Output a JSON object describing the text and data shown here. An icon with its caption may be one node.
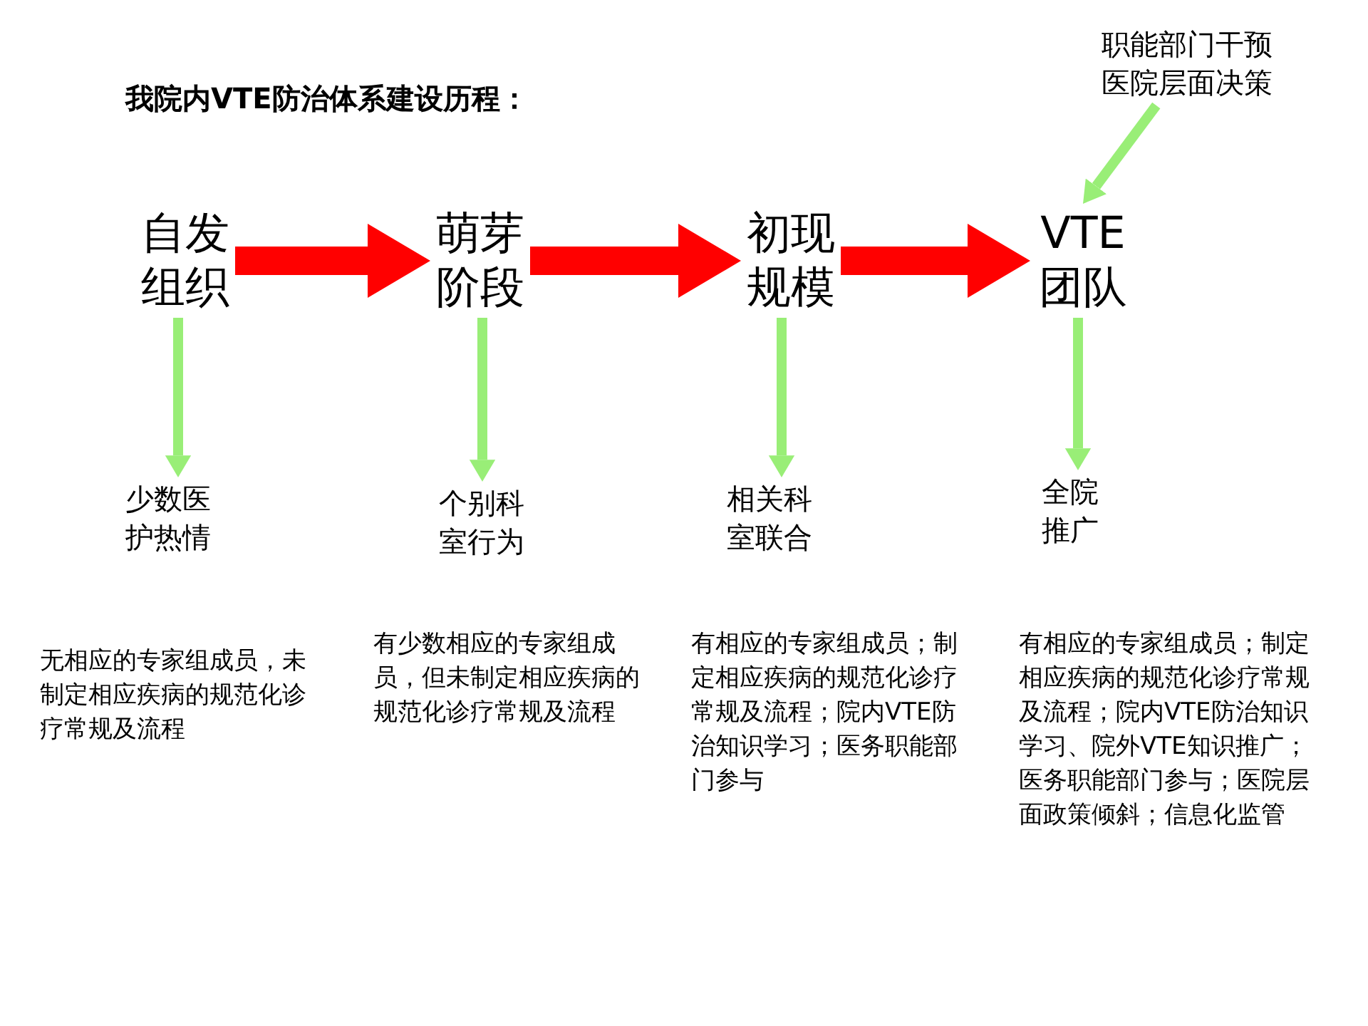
{
  "diagram": {
    "title": "我院内VTE防治体系建设历程：",
    "nodes": [
      {
        "text": [
          "自发组织"
        ]
      },
      {
        "text": [
          "萌芽阶段"
        ]
      },
      {
        "text": [
          "初现规模"
        ]
      },
      {
        "text": [
          "VTE团队"
        ]
      },
      {
        "text": [
          "职能部门干预医院层面决策"
        ]
      },
      {
        "text": [
          "少数医护热情"
        ]
      },
      {
        "text": [
          "个别科室行为"
        ]
      },
      {
        "text": [
          "相关科室联合"
        ]
      },
      {
        "text": [
          "全院推广"
        ]
      }
    ],
    "edges": [
      {
        "from": 0,
        "to": 1,
        "arrow": "to",
        "style": "thick",
        "color": "#ff0000"
      },
      {
        "from": 1,
        "to": 2,
        "arrow": "to",
        "style": "thick",
        "color": "#ff0000"
      },
      {
        "from": 2,
        "to": 3,
        "arrow": "to",
        "style": "thick",
        "color": "#ff0000"
      },
      {
        "from": 4,
        "to": 3,
        "arrow": "to"
      },
      {
        "from": 0,
        "to": 5,
        "arrow": "to"
      },
      {
        "from": 1,
        "to": 6,
        "arrow": "to"
      },
      {
        "from": 2,
        "to": 7,
        "arrow": "to"
      },
      {
        "from": 3,
        "to": 8,
        "arrow": "to"
      }
    ],
    "labels": [
      "无相应的专家组成员，未制定相应疾病的规范化诊疗常规及流程",
      "有少数相应的专家组成员，但未制定相应疾病的规范化诊疗常规及流程",
      "有相应的专家组成员；制定相应疾病的规范化诊疗常规及流程；院内VTE防治知识学习；医务职能部门参与",
      "有相应的专家组成员；制定相应疾病的规范化诊疗常规及流程；院内VTE防治知识学习、院外VTE知识推广；医务职能部门参与；医院层面政策倾斜；信息化监管"
    ]
  }
}
